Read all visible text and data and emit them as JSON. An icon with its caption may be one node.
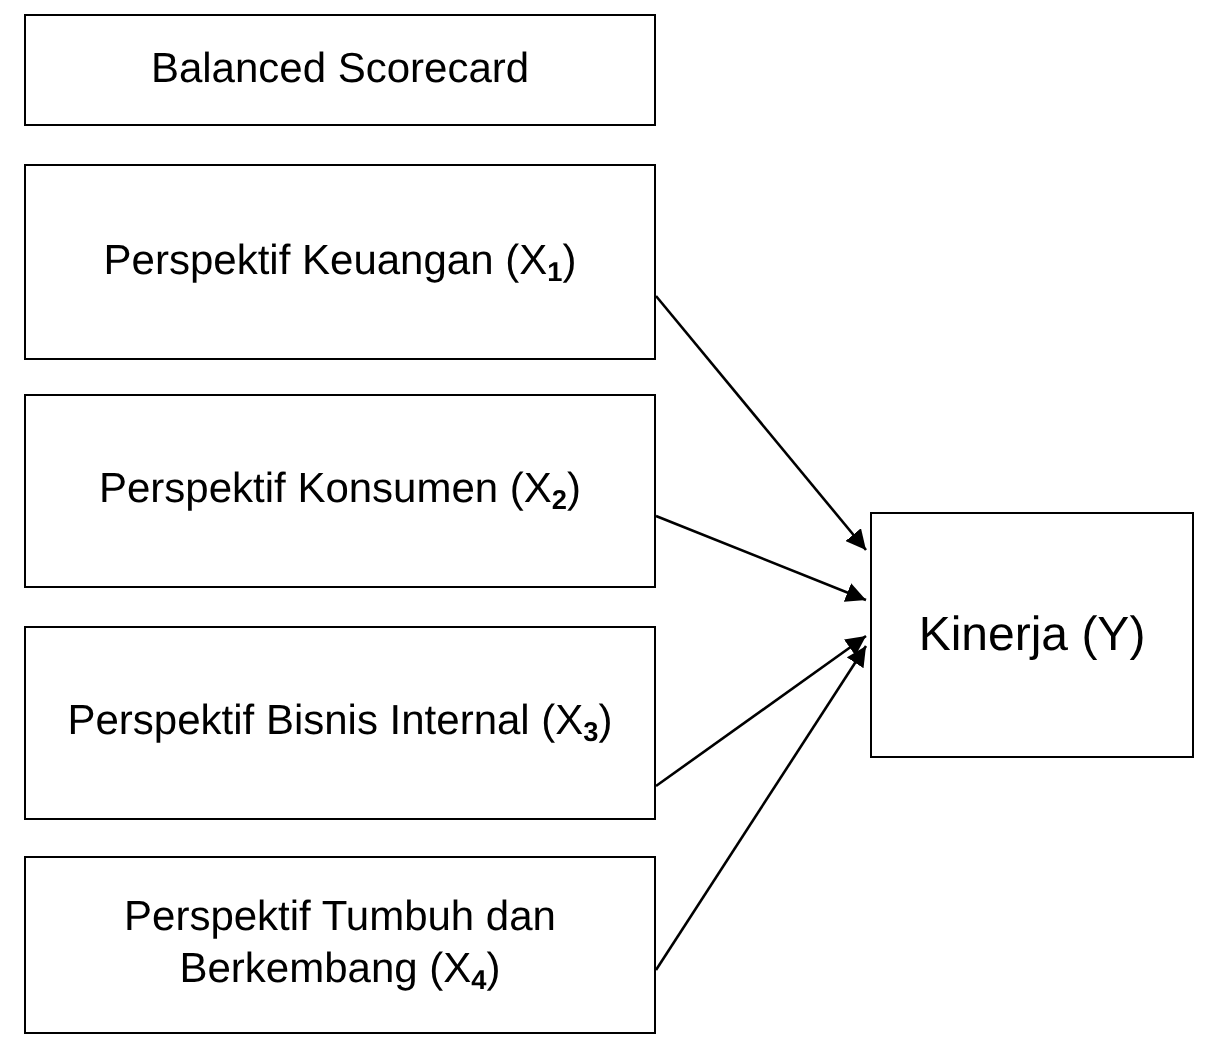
{
  "diagram": {
    "nodes": [
      {
        "text": [
          "Balanced Scorecard"
        ]
      },
      {
        "text": [
          "Perspektif Keuangan (X$_{1}$)"
        ]
      },
      {
        "text": [
          "Perspektif Konsumen (X$_{2}$)"
        ]
      },
      {
        "text": [
          "Perspektif Bisnis Internal (X$_{3}$)"
        ]
      },
      {
        "text": [
          "Perspektif Tumbuh dan Berkembang (X$_{4}$)"
        ]
      },
      {
        "text": [
          "Kinerja (Y)"
        ]
      }
    ],
    "edges": [
      {
        "from": 1,
        "to": 5,
        "arrow": "to"
      },
      {
        "from": 2,
        "to": 5,
        "arrow": "to"
      },
      {
        "from": 3,
        "to": 5,
        "arrow": "to"
      },
      {
        "from": 4,
        "to": 5,
        "arrow": "to"
      }
    ]
  }
}
